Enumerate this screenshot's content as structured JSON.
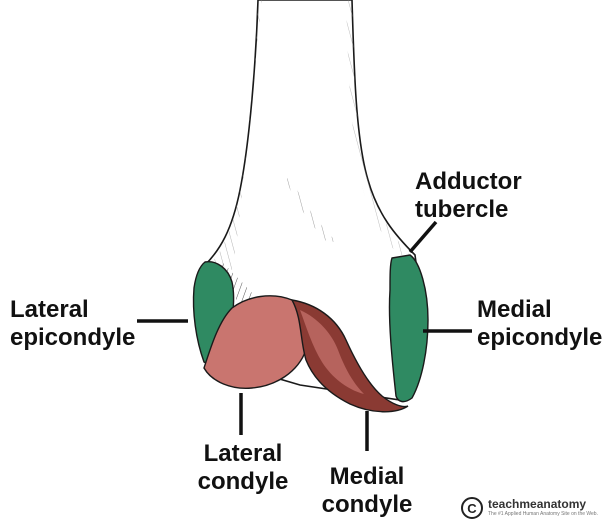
{
  "colors": {
    "epicondyle_fill": "#2f8a62",
    "condyle_fill": "#c9756f",
    "condyle_dark": "#8a3a33",
    "outline": "#1a1a1a"
  },
  "labels": {
    "adductor_tubercle": [
      "Adductor",
      "tubercle"
    ],
    "lateral_epicondyle": [
      "Lateral",
      "epicondyle"
    ],
    "medial_epicondyle": [
      "Medial",
      "epicondyle"
    ],
    "lateral_condyle": [
      "Lateral",
      "condyle"
    ],
    "medial_condyle": [
      "Medial",
      "condyle"
    ]
  },
  "brand": {
    "logo_glyph": "C",
    "name": "teachmeanatomy",
    "tagline": "The #1 Applied Human Anatomy Site on the Web."
  }
}
